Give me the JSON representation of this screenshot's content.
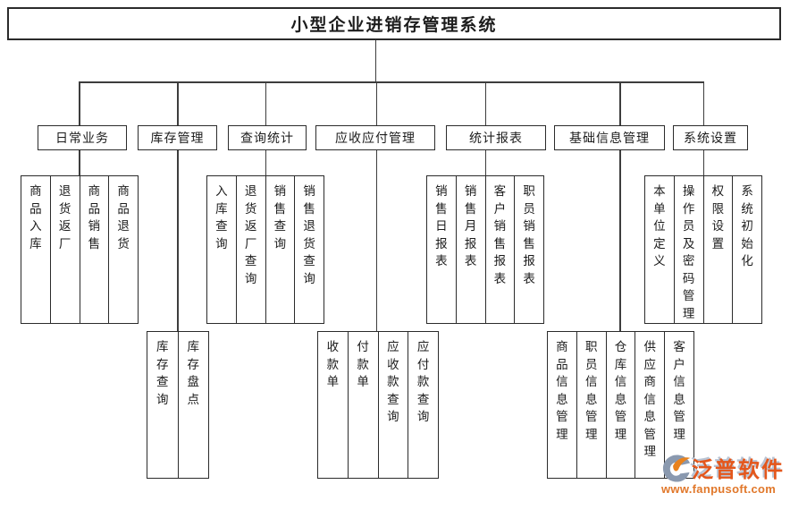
{
  "title": "小型企业进销存管理系统",
  "tree": {
    "branches": [
      {
        "label": "日常业务",
        "children": [
          "商品入库",
          "退货返厂",
          "商品销售",
          "商品退货"
        ]
      },
      {
        "label": "库存管理",
        "children": [
          "库存查询",
          "库存盘点"
        ]
      },
      {
        "label": "查询统计",
        "children": [
          "入库查询",
          "退货返厂查询",
          "销售查询",
          "销售退货查询"
        ]
      },
      {
        "label": "应收应付管理",
        "children": [
          "收款单",
          "付款单",
          "应收款查询",
          "应付款查询"
        ]
      },
      {
        "label": "统计报表",
        "children": [
          "销售日报表",
          "销售月报表",
          "客户销售报表",
          "职员销售报表"
        ]
      },
      {
        "label": "基础信息管理",
        "children": [
          "商品信息管理",
          "职员信息管理",
          "仓库信息管理",
          "供应商信息管理",
          "客户信息管理"
        ]
      },
      {
        "label": "系统设置",
        "children": [
          "本单位定义",
          "操作员及密码管理",
          "权限设置",
          "系统初始化"
        ]
      }
    ]
  },
  "watermark": {
    "brand": "泛普软件",
    "url": "www.fanpusoft.com",
    "brand_color": "#e4571c",
    "url_color": "#e1782b",
    "logo_swirl_color": "#8a99af",
    "logo_accent_color": "#e8821e"
  }
}
